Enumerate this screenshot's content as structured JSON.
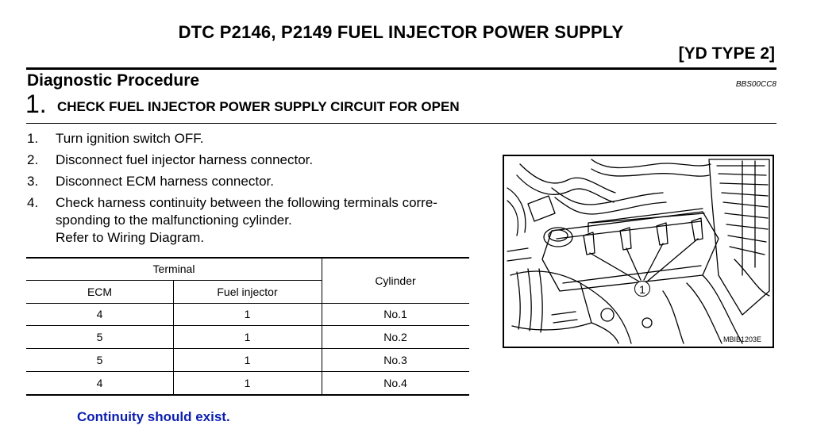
{
  "header": {
    "title": "DTC P2146, P2149 FUEL INJECTOR POWER SUPPLY",
    "subtitle": "[YD TYPE 2]"
  },
  "section": {
    "title": "Diagnostic Procedure",
    "code": "BBS00CC8"
  },
  "step": {
    "number": "1.",
    "title": "CHECK FUEL INJECTOR POWER SUPPLY CIRCUIT FOR OPEN"
  },
  "instructions": [
    {
      "num": "1.",
      "text": "Turn ignition switch OFF."
    },
    {
      "num": "2.",
      "text": "Disconnect fuel injector harness connector."
    },
    {
      "num": "3.",
      "text": "Disconnect ECM harness connector."
    },
    {
      "num": "4.",
      "text": "Check harness continuity between the following terminals corre-"
    }
  ],
  "instruction_continuation": [
    "sponding to the malfunctioning cylinder.",
    "Refer to Wiring Diagram."
  ],
  "table": {
    "group_header": "Terminal",
    "headers": [
      "ECM",
      "Fuel injector",
      "Cylinder"
    ],
    "rows": [
      {
        "ecm": "4",
        "injector": "1",
        "cylinder": "No.1"
      },
      {
        "ecm": "5",
        "injector": "1",
        "cylinder": "No.2"
      },
      {
        "ecm": "5",
        "injector": "1",
        "cylinder": "No.3"
      },
      {
        "ecm": "4",
        "injector": "1",
        "cylinder": "No.4"
      }
    ]
  },
  "note": "Continuity should exist.",
  "figure": {
    "callout": "1",
    "label": "MBIB1203E"
  }
}
